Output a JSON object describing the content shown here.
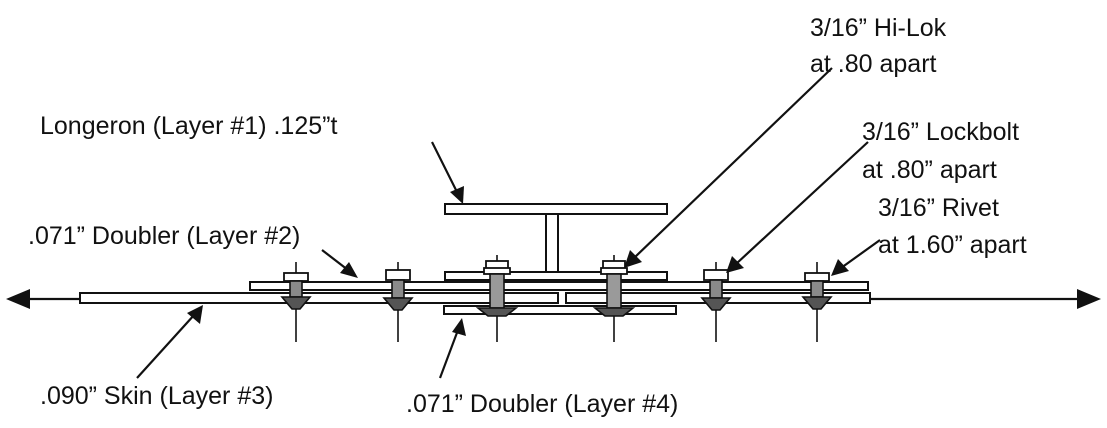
{
  "labels": {
    "hilok_line1": "3/16” Hi-Lok",
    "hilok_line2": "at .80 apart",
    "longeron": "Longeron (Layer #1) .125”t",
    "lockbolt_line1": "3/16” Lockbolt",
    "lockbolt_line2": "at .80” apart",
    "doubler2": ".071” Doubler (Layer #2)",
    "rivet_line1": "3/16” Rivet",
    "rivet_line2": "at 1.60” apart",
    "skin": ".090” Skin (Layer #3)",
    "doubler4": ".071” Doubler (Layer #4)"
  }
}
